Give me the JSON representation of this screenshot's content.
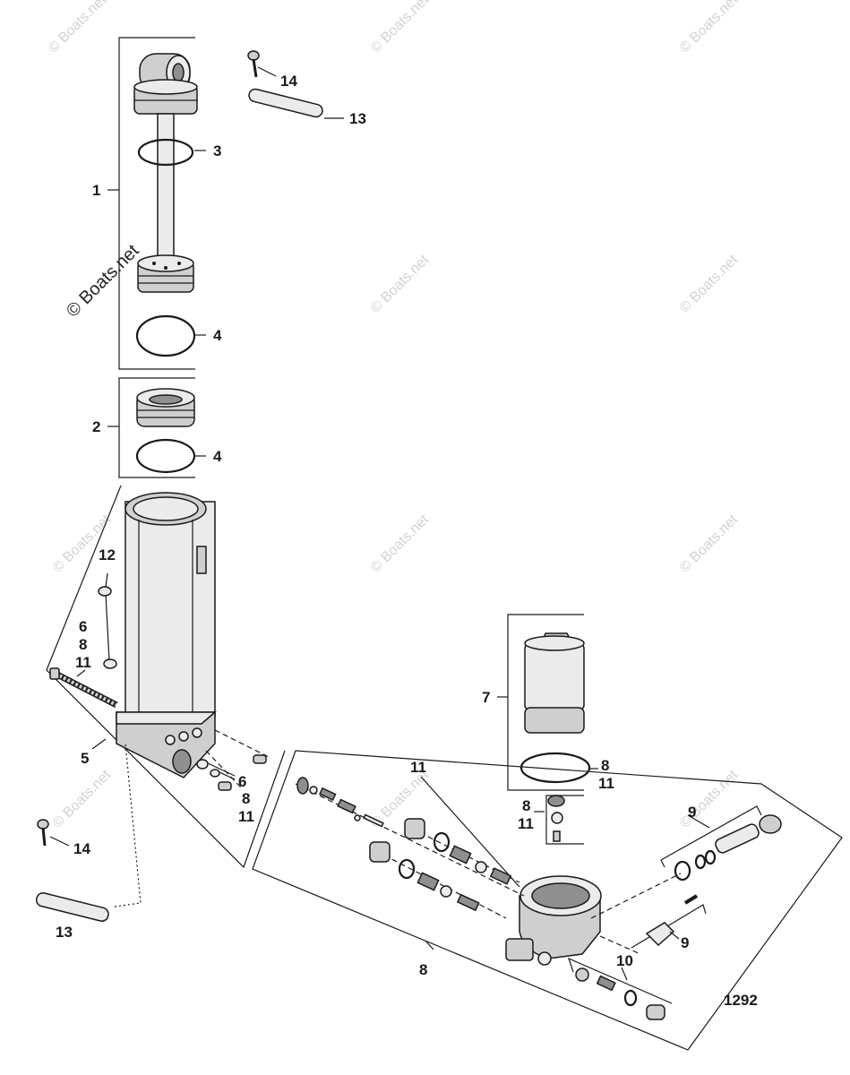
{
  "watermark": {
    "text": "© Boats.net"
  },
  "figure_number": "1292",
  "callouts": {
    "c1": "1",
    "c2": "2",
    "c3": "3",
    "c4a": "4",
    "c4b": "4",
    "c5": "5",
    "c6a": "6",
    "c8a": "8",
    "c11a": "11",
    "c6b": "6",
    "c8b": "8",
    "c11b": "11",
    "c7": "7",
    "c8c": "8",
    "c11c": "11",
    "c8d": "8",
    "c11d": "11",
    "c8e": "8",
    "c9a": "9",
    "c9b": "9",
    "c10": "10",
    "c11e": "11",
    "c12": "12",
    "c13a": "13",
    "c13b": "13",
    "c14a": "14",
    "c14b": "14"
  }
}
